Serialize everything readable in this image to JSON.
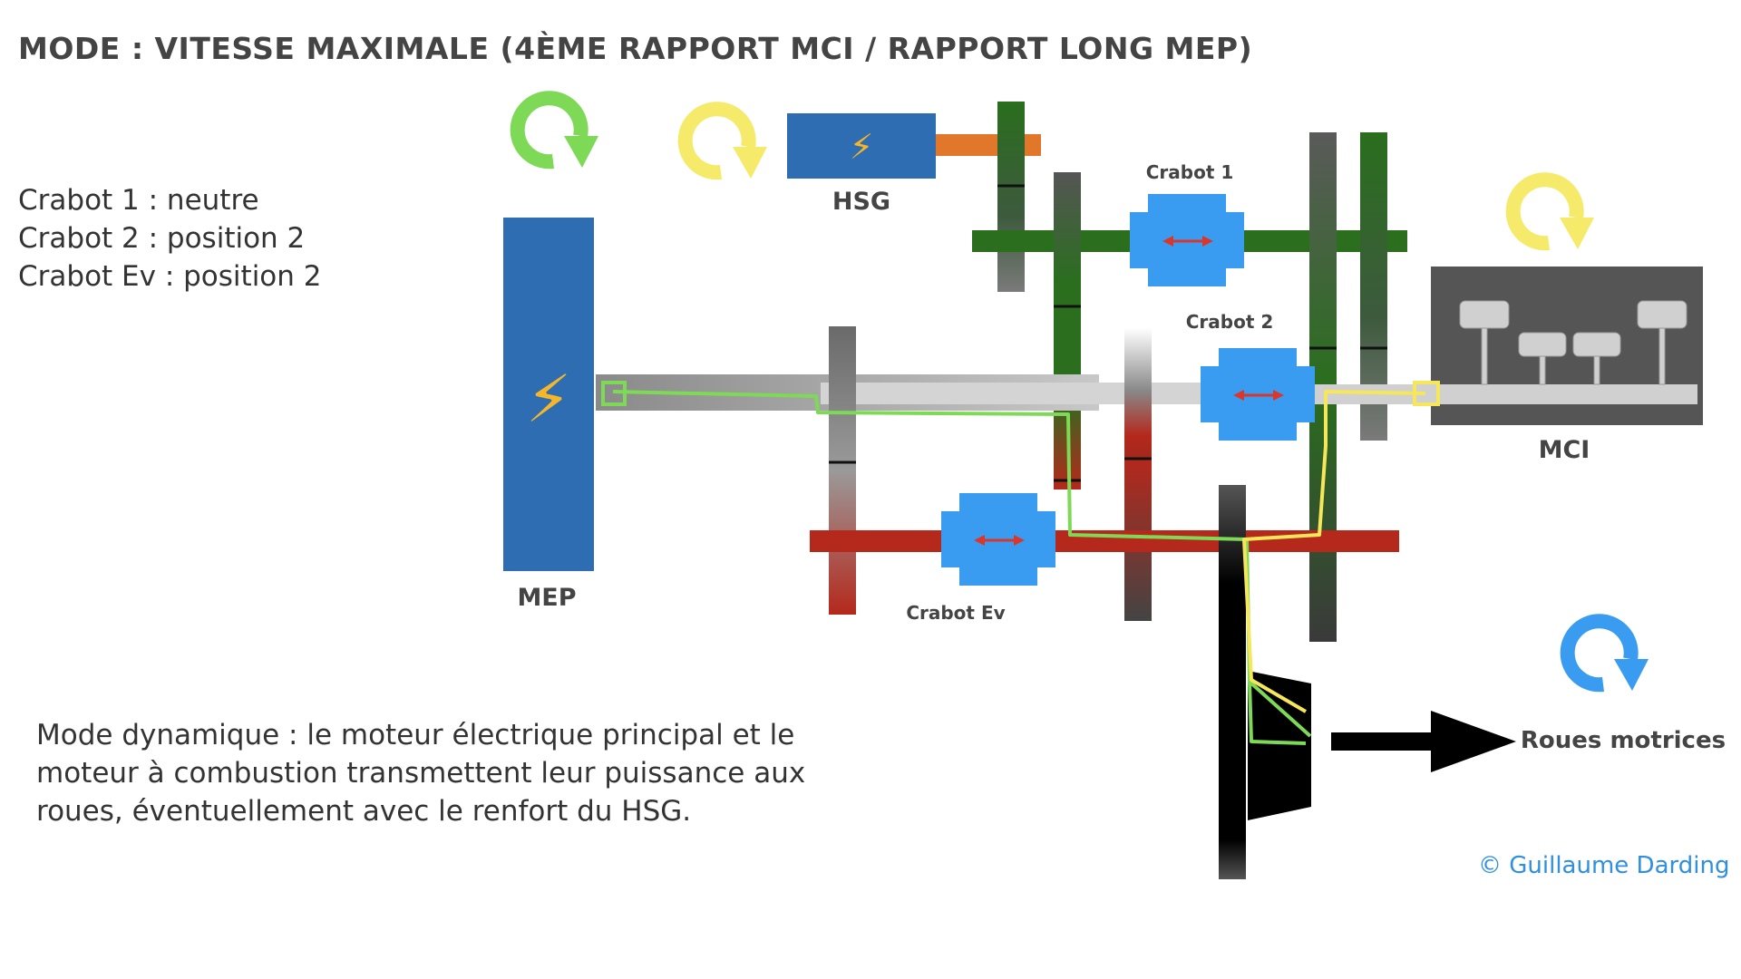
{
  "title": "MODE : VITESSE MAXIMALE (4ÈME RAPPORT MCI / RAPPORT LONG MEP)",
  "settings": [
    "Crabot 1 : neutre",
    "Crabot 2 : position 2",
    "Crabot Ev : position 2"
  ],
  "description": "Mode dynamique : le moteur électrique principal et le moteur à combustion transmettent leur puissance aux roues, éventuellement avec le renfort du HSG.",
  "labels": {
    "mep": "MEP",
    "hsg": "HSG",
    "mci": "MCI",
    "crabot1": "Crabot 1",
    "crabot2": "Crabot 2",
    "crabot_ev": "Crabot Ev",
    "wheels": "Roues motrices"
  },
  "copyright": "© Guillaume Darding",
  "icons": {
    "mep_rotation": "green-rotation-arrow-icon",
    "hsg_rotation": "yellow-rotation-arrow-icon",
    "mci_rotation": "yellow-rotation-arrow-icon",
    "wheels_rotation": "blue-rotation-arrow-icon",
    "mep_symbol": "lightning-bolt-icon",
    "hsg_symbol": "lightning-bolt-icon"
  },
  "colors": {
    "mep_blue": "#2f6db3",
    "primary_shaft_green": "#2a6e1e",
    "secondary_shaft_red": "#b5281c",
    "hsg_link_orange": "#e0772a",
    "crabot_blue": "#3a9cf0",
    "engine_grey": "#555555",
    "path_green": "#7ed957",
    "path_yellow": "#f5e65a",
    "arrow_green": "#7ed957",
    "arrow_yellow": "#f5ea6a",
    "arrow_blue": "#3a9cf0"
  }
}
